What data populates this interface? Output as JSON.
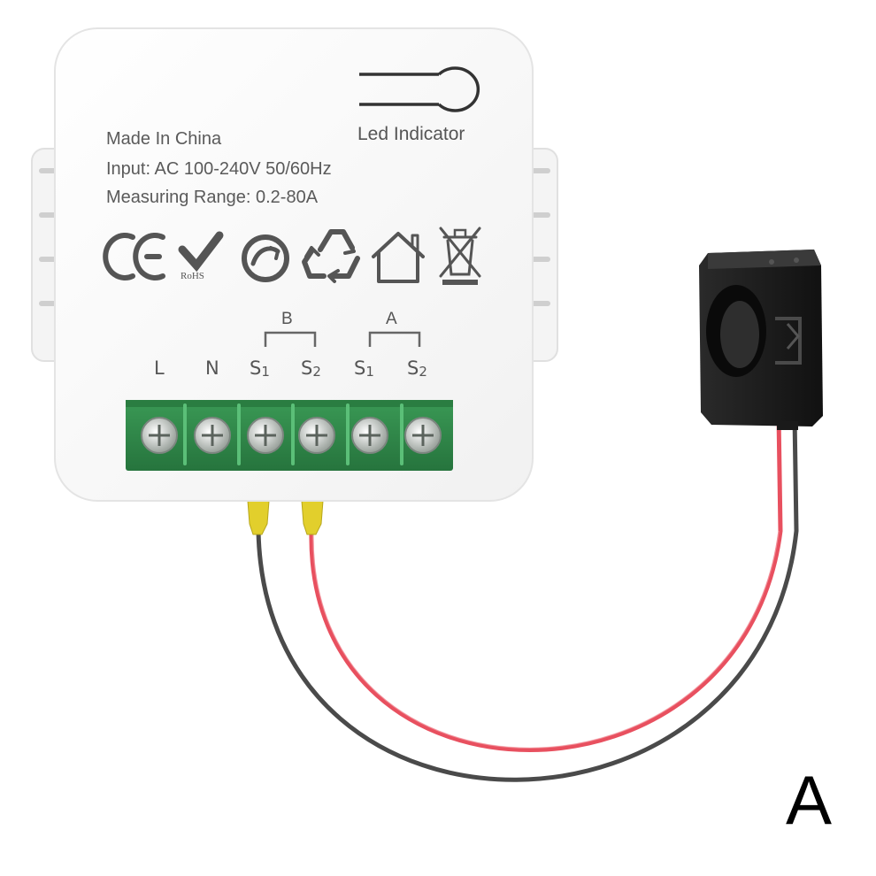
{
  "device": {
    "specs": {
      "made_in": "Made In China",
      "input": "Input: AC 100-240V 50/60Hz",
      "range": "Measuring Range: 0.2-80A"
    },
    "led_label": "Led Indicator",
    "cert_icons": [
      "ce-mark-icon",
      "rohs-check-icon",
      "green-dot-icon",
      "recycle-icon",
      "home-icon",
      "weee-bin-icon"
    ],
    "rohs_text": "RoHS",
    "terminals": [
      {
        "main": "L",
        "sub": ""
      },
      {
        "main": "N",
        "sub": ""
      },
      {
        "main": "S",
        "sub": "1"
      },
      {
        "main": "S",
        "sub": "2"
      },
      {
        "main": "S",
        "sub": "1"
      },
      {
        "main": "S",
        "sub": "2"
      }
    ],
    "channels": {
      "b": "B",
      "a": "A"
    }
  },
  "colors": {
    "housing": "#ffffff",
    "terminal_block": "#2f8a4a",
    "terminal_highlight": "#5bbf78",
    "clamp": "#1c1c1c",
    "wire_red": "#e8505f",
    "wire_black": "#4a4a4a",
    "ferrule": "#e2cf2c"
  },
  "variant_label": "A"
}
